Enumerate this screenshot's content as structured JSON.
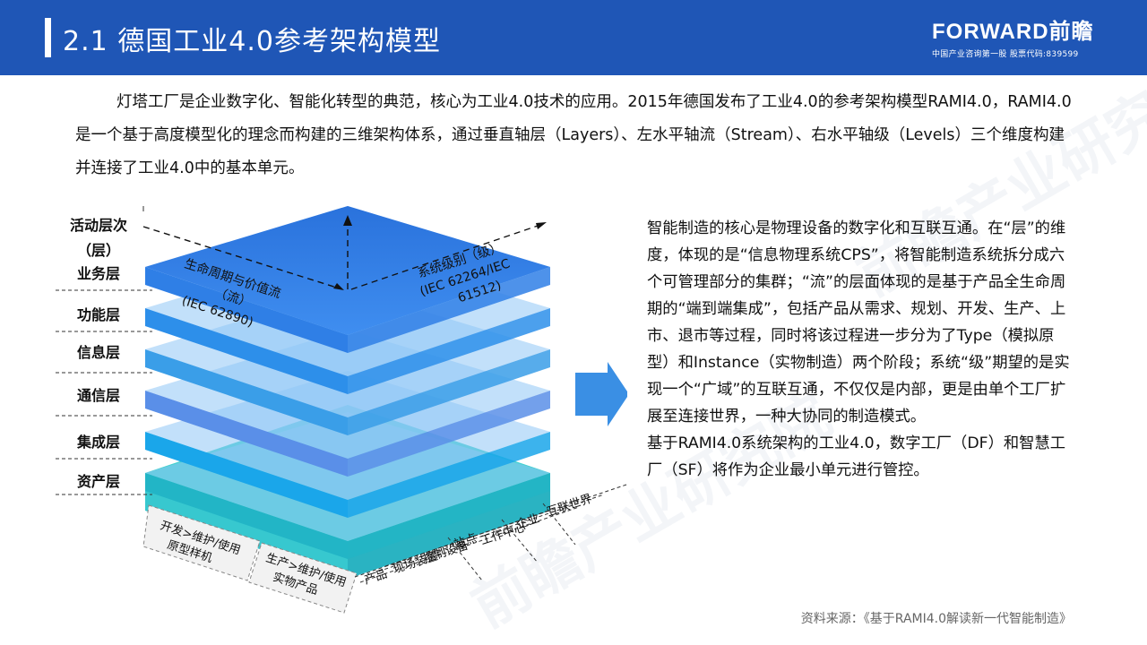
{
  "header": {
    "title": "2.1 德国工业4.0参考架构模型",
    "logo_name": "FORWARD前瞻",
    "logo_sub": "中国产业咨询第一股 股票代码:839599"
  },
  "intro": "灯塔工厂是企业数字化、智能化转型的典范，核心为工业4.0技术的应用。2015年德国发布了工业4.0的参考架构模型RAMI4.0，RAMI4.0是一个基于高度模型化的理念而构建的三维架构体系，通过垂直轴层（Layers）、左水平轴流（Stream）、右水平轴级（Levels）三个维度构建并连接了工业4.0中的基本单元。",
  "diagram": {
    "axis_title_line1": "活动层次",
    "axis_title_line2": "（层）",
    "layers": [
      "业务层",
      "功能层",
      "信息层",
      "通信层",
      "集成层",
      "资产层"
    ],
    "top_left_line1": "生命周期与价值流",
    "top_left_line2": "（流）",
    "top_left_line3": "(IEC 62890)",
    "top_right_line1": "系统级别（级）",
    "top_right_line2": "(IEC 62264/IEC",
    "top_right_line3": "61512)",
    "levels": [
      "互联世界",
      "企业",
      "工作中心",
      "站点",
      "控制设备",
      "现场装置",
      "产品"
    ],
    "stream1_line1": "开发>维护/使用",
    "stream1_line2": "原型样机",
    "stream2_line1": "生产>维护/使用",
    "stream2_line2": "实物产品"
  },
  "right_paragraphs": [
    "智能制造的核心是物理设备的数字化和互联互通。在“层”的维度，体现的是“信息物理系统CPS”，将智能制造系统拆分成六个可管理部分的集群；“流”的层面体现的是基于产品全生命周期的“端到端集成”，包括产品从需求、规划、开发、生产、上市、退市等过程，同时将该过程进一步分为了Type（模拟原型）和Instance（实物制造）两个阶段；系统“级”期望的是实现一个“广域”的互联互通，不仅仅是内部，更是由单个工厂扩展至连接世界，一种大协同的制造模式。",
    "基于RAMI4.0系统架构的工业4.0，数字工厂（DF）和智慧工厂（SF）将作为企业最小单元进行管控。"
  ],
  "source": "资料来源：《基于RAMI4.0解读新一代智能制造》",
  "watermark": "前瞻产业研究院",
  "colors": {
    "header": "#1f56b6",
    "layers": [
      "#2f7fe6",
      "#2d8fea",
      "#3a9ee8",
      "#5a8fe8",
      "#1aa6ea",
      "#22b5c6"
    ],
    "arrow": "#3a8fe4"
  }
}
